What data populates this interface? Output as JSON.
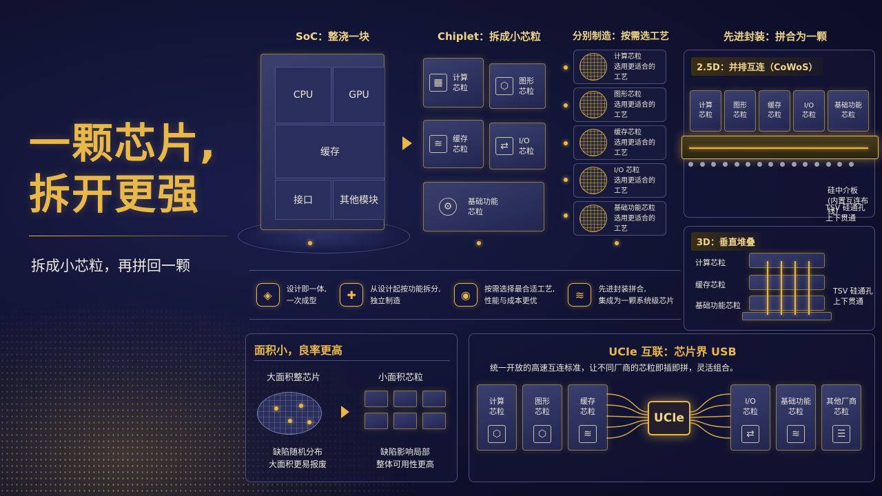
{
  "headline": {
    "line1": "一颗芯片,",
    "line2": "拆开更强"
  },
  "tagline": "拆成小芯粒，再拼回一颗",
  "columns": {
    "soc": "SoC：整浇一块",
    "chiplet": "Chiplet：拆成小芯粒",
    "fab": "分别制造：按需选工艺",
    "pkg": "先进封装：拼合为一颗"
  },
  "soc_blocks": {
    "cpu": "CPU",
    "gpu": "GPU",
    "cache": "缓存",
    "io": "接口",
    "other": "其他模块"
  },
  "chiplets": {
    "compute": "计算\n芯粒",
    "graphics": "图形\n芯粒",
    "cache": "缓存\n芯粒",
    "io": "I/O\n芯粒",
    "base": "基础功能\n芯粒"
  },
  "fab_items": [
    {
      "name": "计算芯粒",
      "desc": "选用更适合的工艺"
    },
    {
      "name": "图形芯粒",
      "desc": "选用更适合的工艺"
    },
    {
      "name": "缓存芯粒",
      "desc": "选用更适合的工艺"
    },
    {
      "name": "I/O 芯粒",
      "desc": "选用更适合的工艺"
    },
    {
      "name": "基础功能芯粒",
      "desc": "选用更适合的工艺"
    }
  ],
  "pkg25d": {
    "badge": "2.5D：并排互连（CoWoS）",
    "chips": [
      "计算\n芯粒",
      "图形\n芯粒",
      "缓存\n芯粒",
      "I/O\n芯粒",
      "基础功能\n芯粒"
    ],
    "interposer": "硅中介板\n(内置互连布线)",
    "tsv": "TSV 硅通孔\n上下贯通"
  },
  "pkg3d": {
    "badge": "3D：垂直堆叠",
    "layers": [
      "计算芯粒",
      "缓存芯粒",
      "基础功能芯粒"
    ],
    "tsv": "TSV 硅通孔\n上下贯通"
  },
  "features": [
    {
      "text": "设计即一体,\n一次成型",
      "icon": "cube-icon"
    },
    {
      "text": "从设计起按功能拆分,\n独立制造",
      "icon": "puzzle-icon"
    },
    {
      "text": "按需选择最合适工艺,\n性能与成本更优",
      "icon": "wafer-icon"
    },
    {
      "text": "先进封装拼合,\n集成为一颗系统级芯片",
      "icon": "layers-icon"
    }
  ],
  "yield": {
    "title": "面积小，良率更高",
    "big_label": "大面积整芯片",
    "small_label": "小面积芯粒",
    "big_desc": "缺陷随机分布\n大面积更易报废",
    "small_desc": "缺陷影响局部\n整体可用性更高"
  },
  "ucie": {
    "title": "UCIe 互联：芯片界 USB",
    "desc": "统一开放的高速互连标准，让不同厂商的芯粒即插即拼，灵活组合。",
    "logo": "UCIe",
    "left": [
      "计算\n芯粒",
      "图形\n芯粒",
      "缓存\n芯粒"
    ],
    "right": [
      "I/O\n芯粒",
      "基础功能\n芯粒",
      "其他厂商\n芯粒"
    ]
  },
  "colors": {
    "accent": "#e9b84a",
    "bg": "#10122f"
  }
}
